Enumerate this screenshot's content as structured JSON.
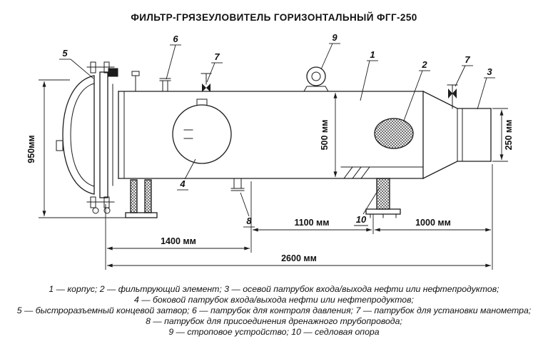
{
  "title": "ФИЛЬТР-ГРЯЗЕУЛОВИТЕЛЬ ГОРИЗОНТАЛЬНЫЙ ФГГ-250",
  "dimensions": {
    "height": "950мм",
    "shell": "500 мм",
    "nozzle": "250 мм",
    "span_mid": "1100 мм",
    "span_right": "1000 мм",
    "span_left": "1400 мм",
    "total": "2600 мм"
  },
  "callouts": {
    "n1": "1",
    "n2": "2",
    "n3": "3",
    "n4": "4",
    "n5": "5",
    "n6": "6",
    "n7": "7",
    "n8": "8",
    "n9": "9",
    "n10": "10"
  },
  "legend": [
    "1 — корпус; 2 — фильтрующий элемент; 3 — осевой патрубок входа/выхода нефти или нефтепродуктов;",
    "4 — боковой патрубок входа/выхода нефти или нефтепродуктов;",
    "5 — быстроразъемный концевой затвор; 6 — патрубок для контроля давления; 7 — патрубок для установки манометра;",
    "8 — патрубок для присоединения дренажного трубопровода;",
    "9 — строповое устройство; 10 — седловая опора"
  ],
  "colors": {
    "line": "#1c1c1c",
    "background": "#ffffff"
  }
}
